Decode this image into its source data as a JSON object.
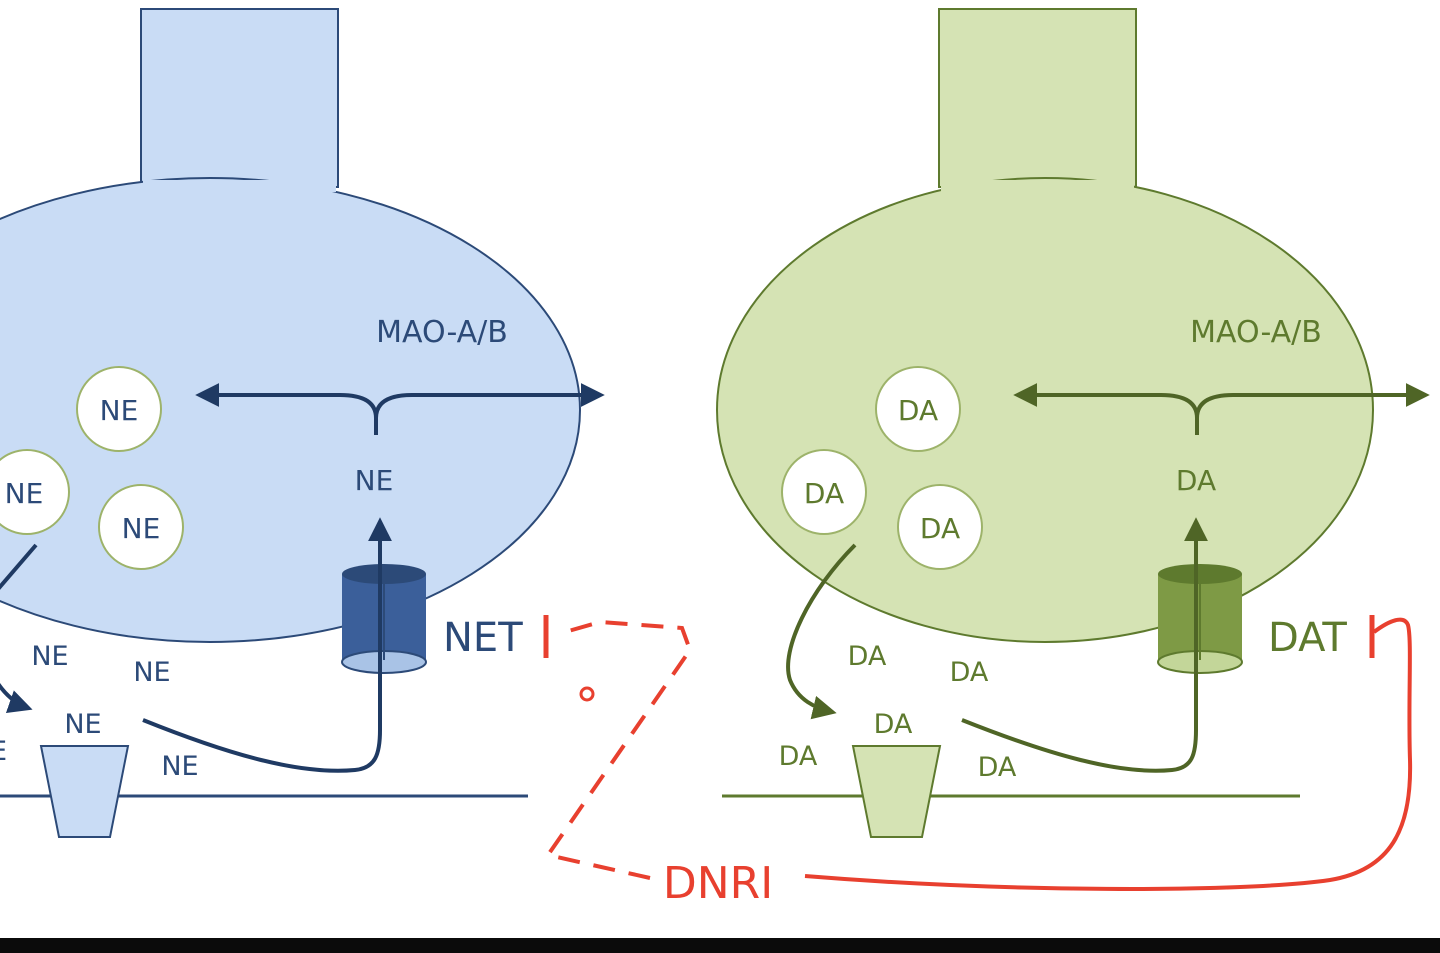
{
  "colors": {
    "ne_fill": "#c9dcf5",
    "ne_stroke": "#2c4a78",
    "ne_dark": "#1f3a63",
    "ne_transporter": "#3b5f9a",
    "da_fill": "#d5e3b4",
    "da_stroke": "#5e7a2e",
    "da_dark": "#4f6526",
    "da_transporter": "#7e9a45",
    "inhibitor": "#e8402f",
    "vesicle_stroke_ne": "#9db36a",
    "vesicle_stroke_da": "#9db36a",
    "bottom_bar": "#0b0b0b"
  },
  "ne_neuron": {
    "enzyme_label": "MAO-A/B",
    "vesicles": [
      "NE",
      "NE",
      "NE"
    ],
    "cytosol_label": "NE",
    "transporter_label": "NET",
    "synaptic_labels": [
      "NE",
      "NE",
      "NE",
      "NE",
      "E"
    ]
  },
  "da_neuron": {
    "enzyme_label": "MAO-A/B",
    "vesicles": [
      "DA",
      "DA",
      "DA"
    ],
    "cytosol_label": "DA",
    "transporter_label": "DAT",
    "synaptic_labels": [
      "DA",
      "DA",
      "DA",
      "DA",
      "DA"
    ]
  },
  "drug_label": "DNRI"
}
